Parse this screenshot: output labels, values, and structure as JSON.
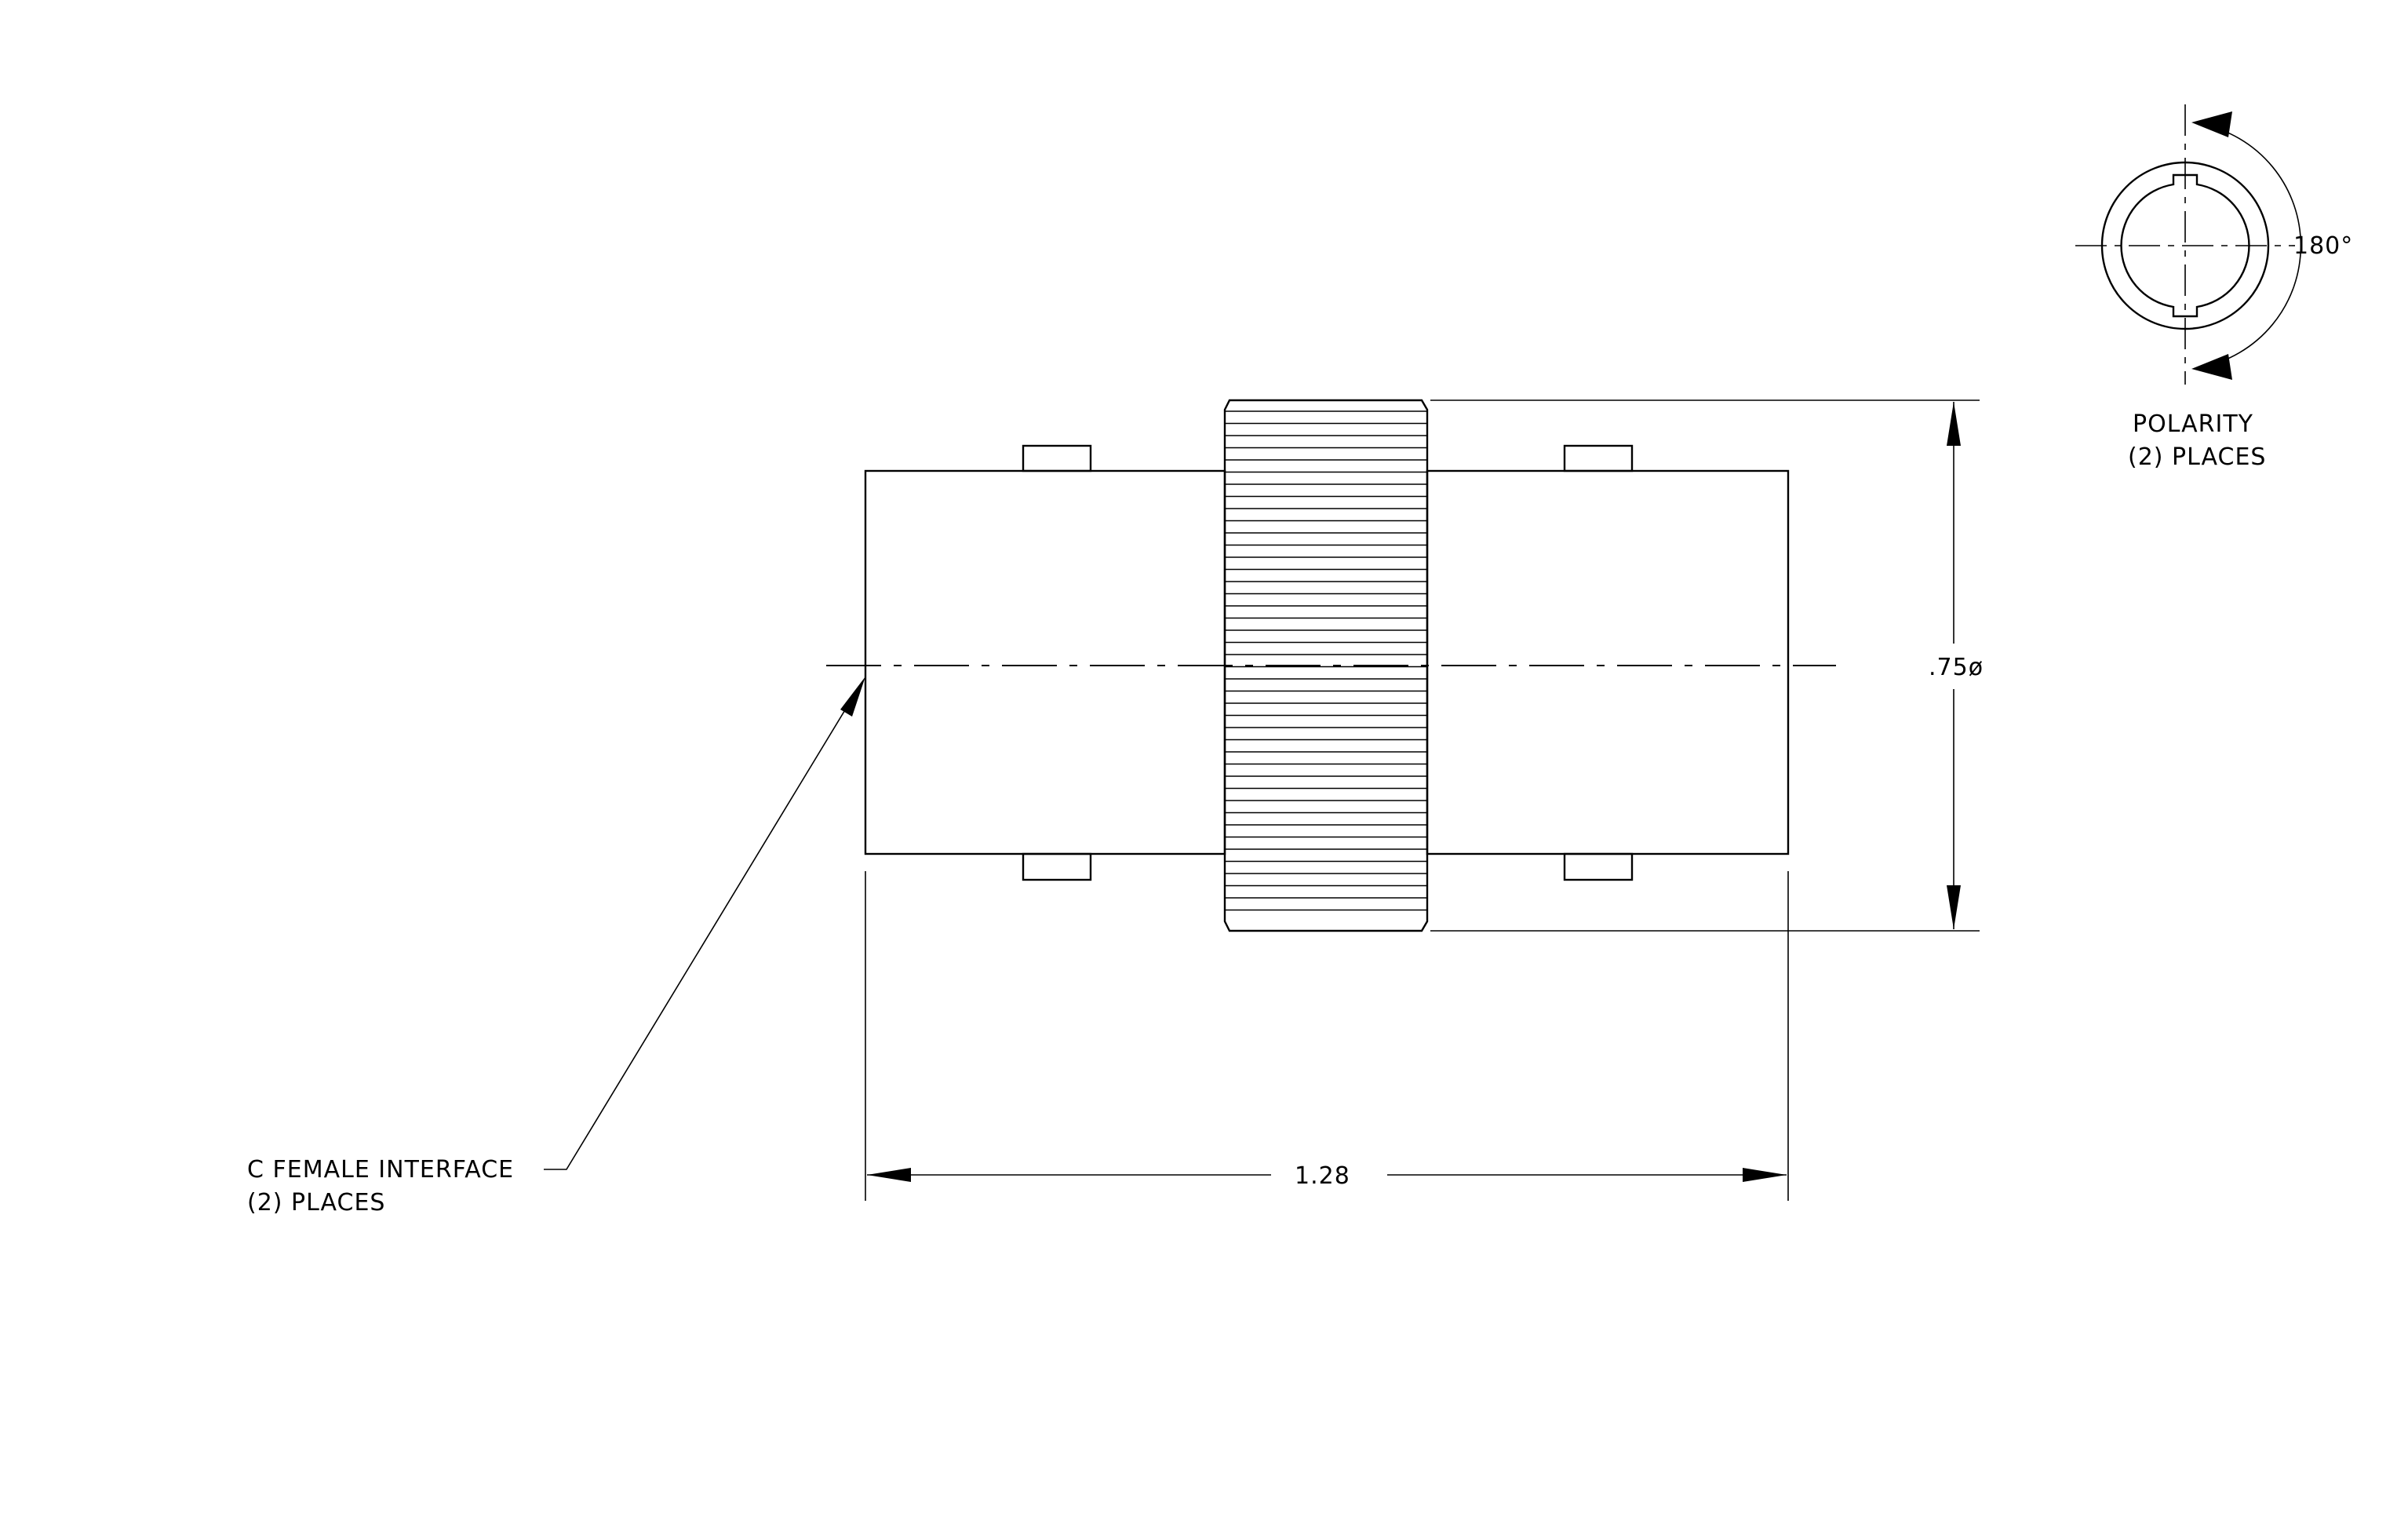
{
  "callouts": {
    "interface_line1": "C  FEMALE  INTERFACE",
    "interface_line2": "(2)  PLACES",
    "polarity_line1": "POLARITY",
    "polarity_line2": "(2)  PLACES",
    "angle": "180°"
  },
  "dimensions": {
    "length": "1.28",
    "diameter": ".75ø"
  }
}
